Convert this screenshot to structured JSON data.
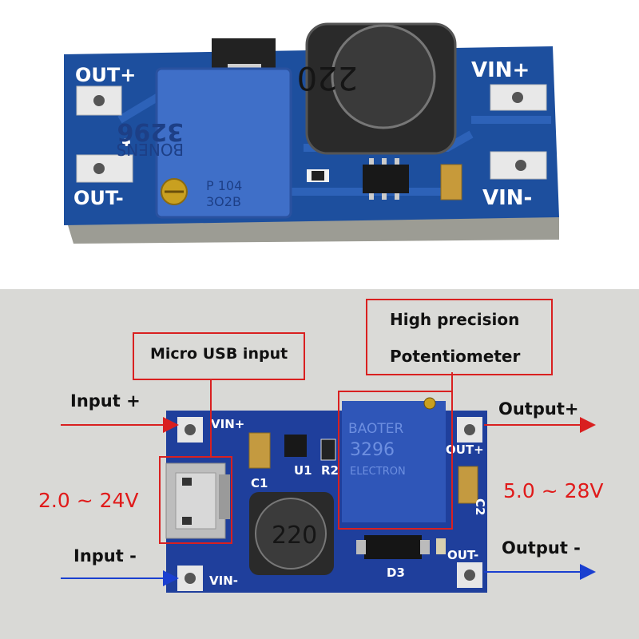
{
  "top_board": {
    "pads": {
      "out_plus": "OUT+",
      "out_minus": "OUT-",
      "vin_plus": "VIN+",
      "vin_minus": "VIN-"
    },
    "inductor_marking": "220",
    "pot_markings": [
      "3296",
      "BONENS",
      "P  104",
      "3O2B"
    ]
  },
  "bottom_board": {
    "silkscreen": {
      "vin_plus": "VIN+",
      "vin_minus": "VIN-",
      "out_plus": "OUT+",
      "out_minus": "OUT-",
      "c1": "C1",
      "c2": "C2",
      "u1": "U1",
      "r2": "R2",
      "d3": "D3"
    },
    "inductor_marking": "220",
    "pot_markings": [
      "BAOTER",
      "3296",
      "ELECTRON"
    ]
  },
  "annotations": {
    "micro_usb": "Micro USB input",
    "pot_line1": "High precision",
    "pot_line2": "Potentiometer",
    "input_plus": "Input +",
    "input_minus": "Input -",
    "output_plus": "Output+",
    "output_minus": "Output -",
    "input_range": "2.0 ~ 24V",
    "output_range": "5.0 ~ 28V"
  },
  "colors": {
    "pcb_blue": "#1d4f9e",
    "pcb_blue_dark": "#123a7a",
    "annotation_red": "#d92020",
    "arrow_blue": "#1a3fd0",
    "background_grey": "#d9d9d6"
  }
}
